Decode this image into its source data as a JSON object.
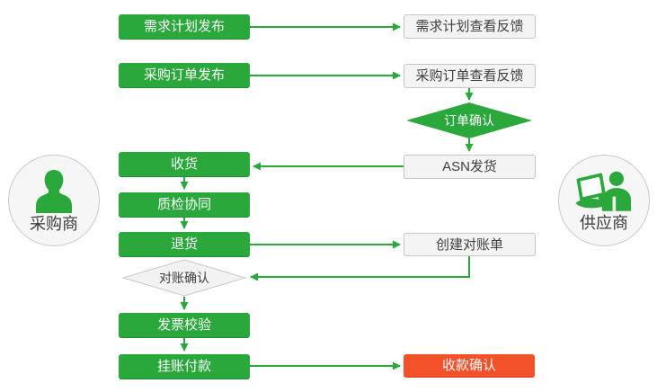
{
  "palette": {
    "green": "#2aa83c",
    "red": "#f3512a",
    "light_box_bg": "#f4f4f4",
    "light_box_border": "#c6c6c6",
    "gray_diamond_bg": "#f2f2f2",
    "gray_diamond_border": "#c9c9c9",
    "dark_text": "#3f3f3f",
    "white_text": "#ffffff"
  },
  "actors": {
    "buyer": {
      "label": "采购商"
    },
    "supplier": {
      "label": "供应商"
    }
  },
  "nodes": {
    "demand_plan_publish": "需求计划发布",
    "demand_plan_feedback": "需求计划查看反馈",
    "purchase_order_publish": "采购订单发布",
    "purchase_order_feedback": "采购订单查看反馈",
    "order_confirm": "订单确认",
    "receive_goods": "收货",
    "asn_ship": "ASN发货",
    "quality_check": "质检协同",
    "return_goods": "退货",
    "create_statement": "创建对账单",
    "reconcile_confirm": "对账确认",
    "invoice_verify": "发票校验",
    "pending_payment": "挂账付款",
    "payment_confirm": "收款确认"
  }
}
